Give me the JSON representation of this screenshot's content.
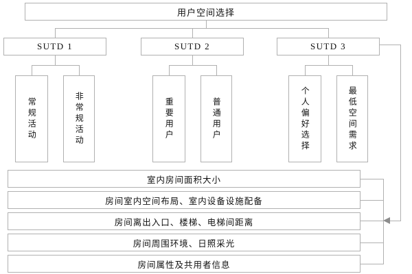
{
  "diagram": {
    "type": "tree-hierarchy-flowchart",
    "language": "zh-CN",
    "colors": {
      "border": "#b0b0b0",
      "line": "#b0b0b0",
      "arrow": "#8d8d8d",
      "background": "#ffffff",
      "text": "#111111"
    },
    "root": {
      "label": "用户空间选择"
    },
    "branches": [
      {
        "label": "SUTD 1",
        "children": [
          {
            "label": "常规活动"
          },
          {
            "label": "非常规活动"
          }
        ]
      },
      {
        "label": "SUTD 2",
        "children": [
          {
            "label": "重要用户"
          },
          {
            "label": "普通用户"
          }
        ]
      },
      {
        "label": "SUTD 3",
        "children": [
          {
            "label": "个人偏好选择"
          },
          {
            "label": "最低空间需求"
          }
        ]
      }
    ],
    "attributes": [
      {
        "label": "室内房间面积大小"
      },
      {
        "label": "房间室内空间布局、室内设备设施配备"
      },
      {
        "label": "房间离出入口、楼梯、电梯间距离"
      },
      {
        "label": "房间周围环境、日照采光"
      },
      {
        "label": "房间属性及共用者信息"
      }
    ]
  }
}
